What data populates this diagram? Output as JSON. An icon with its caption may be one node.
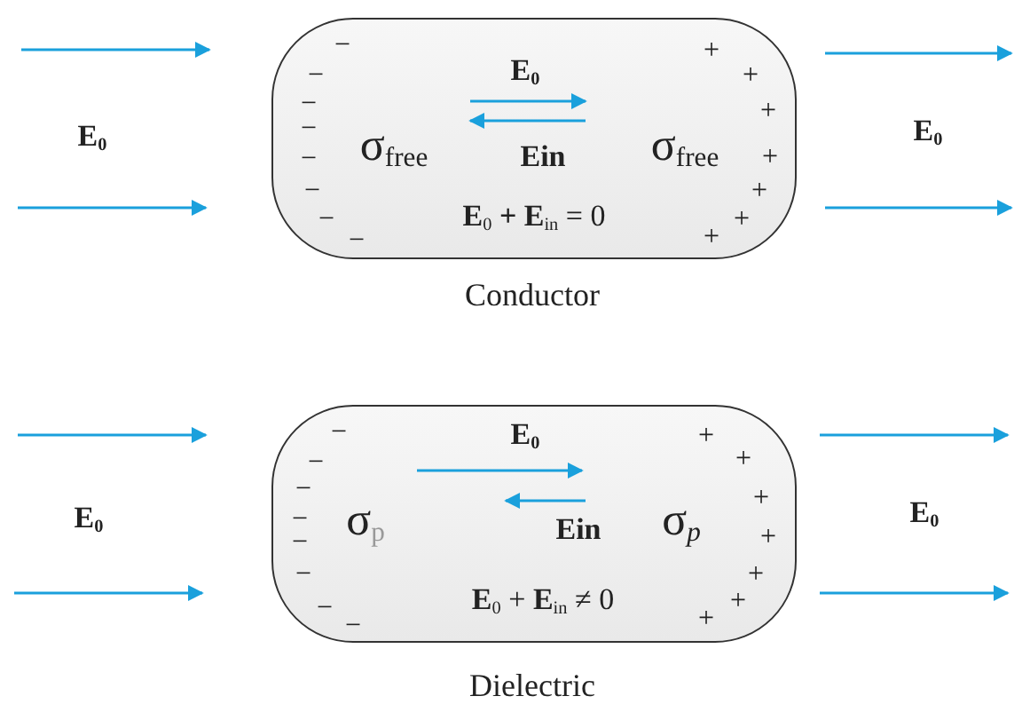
{
  "diagram": {
    "nodes": [
      {
        "text": [
          "E$_{0}$",
          "σ$_{free}$",
          "Ein",
          "σ$_{free}$",
          "**E**$_{0}$ **+ E**$_{in}$ = 0",
          "−",
          "−",
          "−",
          "−",
          "−",
          "−",
          "−",
          "−",
          "+",
          "+",
          "+",
          "+",
          "+",
          "+",
          "+"
        ],
        "beside": [
          "Conductor"
        ]
      },
      {
        "text": [
          "E$_{0}$",
          "σ$_{p}$",
          "Ein",
          "σ$_{p}$",
          "**E**$_{0}$ + **E**$_{in}$ ≠ 0",
          "−",
          "−",
          "−",
          "−",
          "−",
          "−",
          "−",
          "−",
          "+",
          "+",
          "+",
          "+",
          "+",
          "+",
          "+"
        ],
        "beside": [
          "Dielectric"
        ]
      }
    ],
    "labels": [
      "E$_{0}$",
      "E$_{0}$",
      "E$_{0}$",
      "E$_{0}$"
    ]
  }
}
